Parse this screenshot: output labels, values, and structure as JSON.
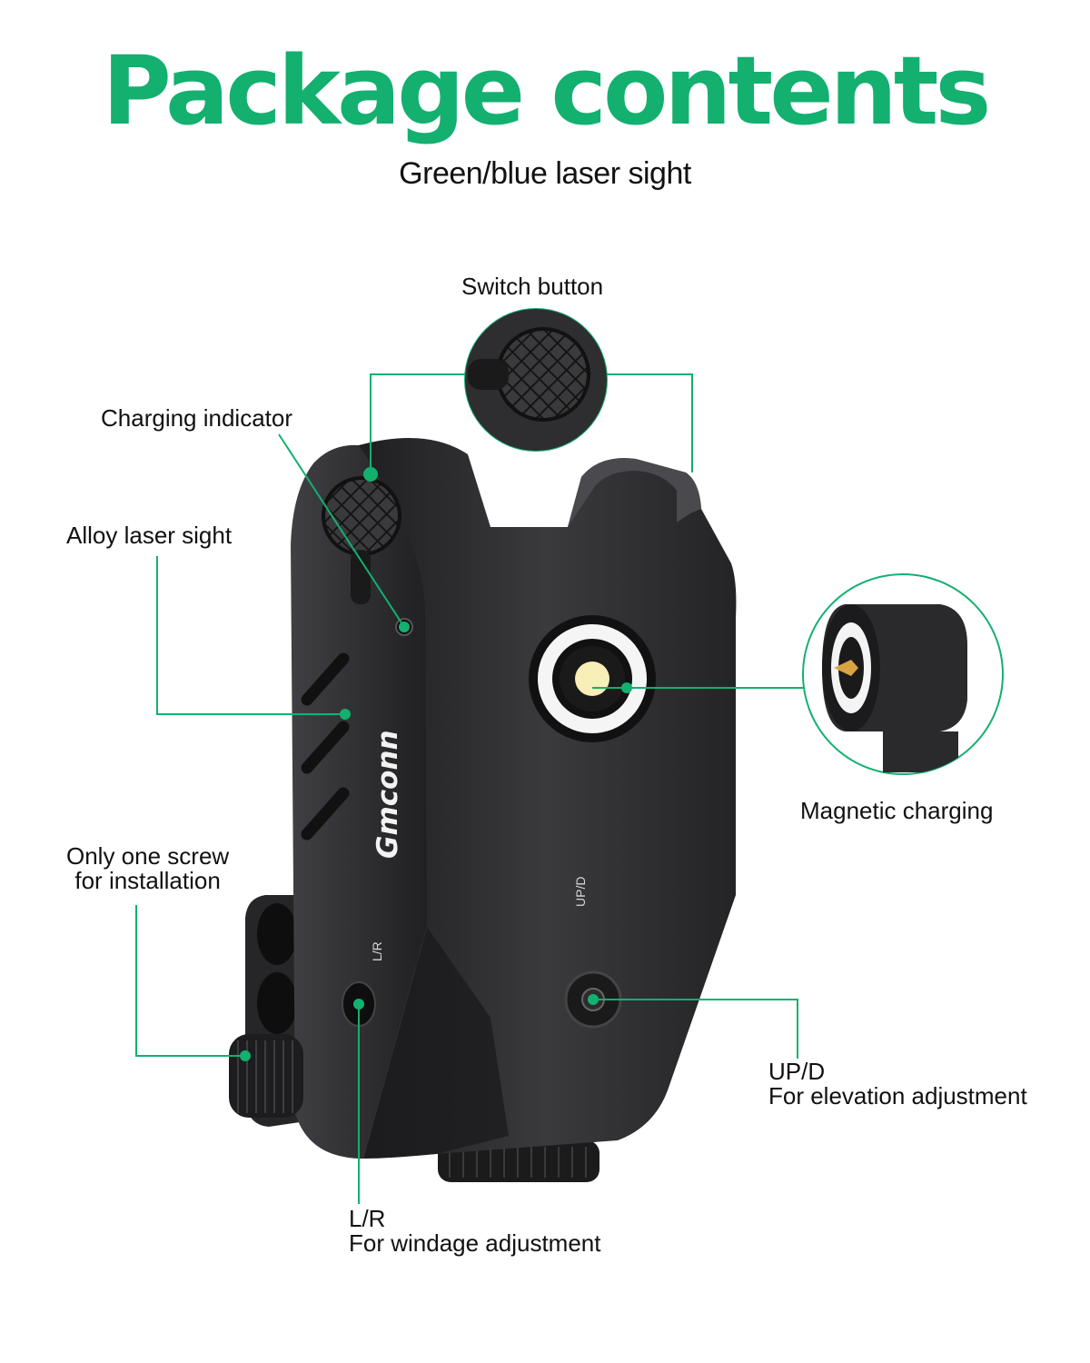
{
  "title": "Package contents",
  "subtitle": "Green/blue laser sight",
  "brand": "Gmconn",
  "colors": {
    "accent": "#13b070",
    "body": "#2c2c2e"
  },
  "labels": {
    "switch_button": "Switch button",
    "charging_indicator": "Charging indicator",
    "alloy_laser_sight": "Alloy laser sight",
    "screw_line1": "Only one screw",
    "screw_line2": "for installation",
    "magnetic_charging": "Magnetic charging",
    "updown_line1": "UP/D",
    "updown_line2": "For elevation adjustment",
    "lr_line1": "L/R",
    "lr_line2": "For windage adjustment"
  },
  "device_markings": {
    "up_d": "UP/D",
    "l_r": "L/R"
  }
}
